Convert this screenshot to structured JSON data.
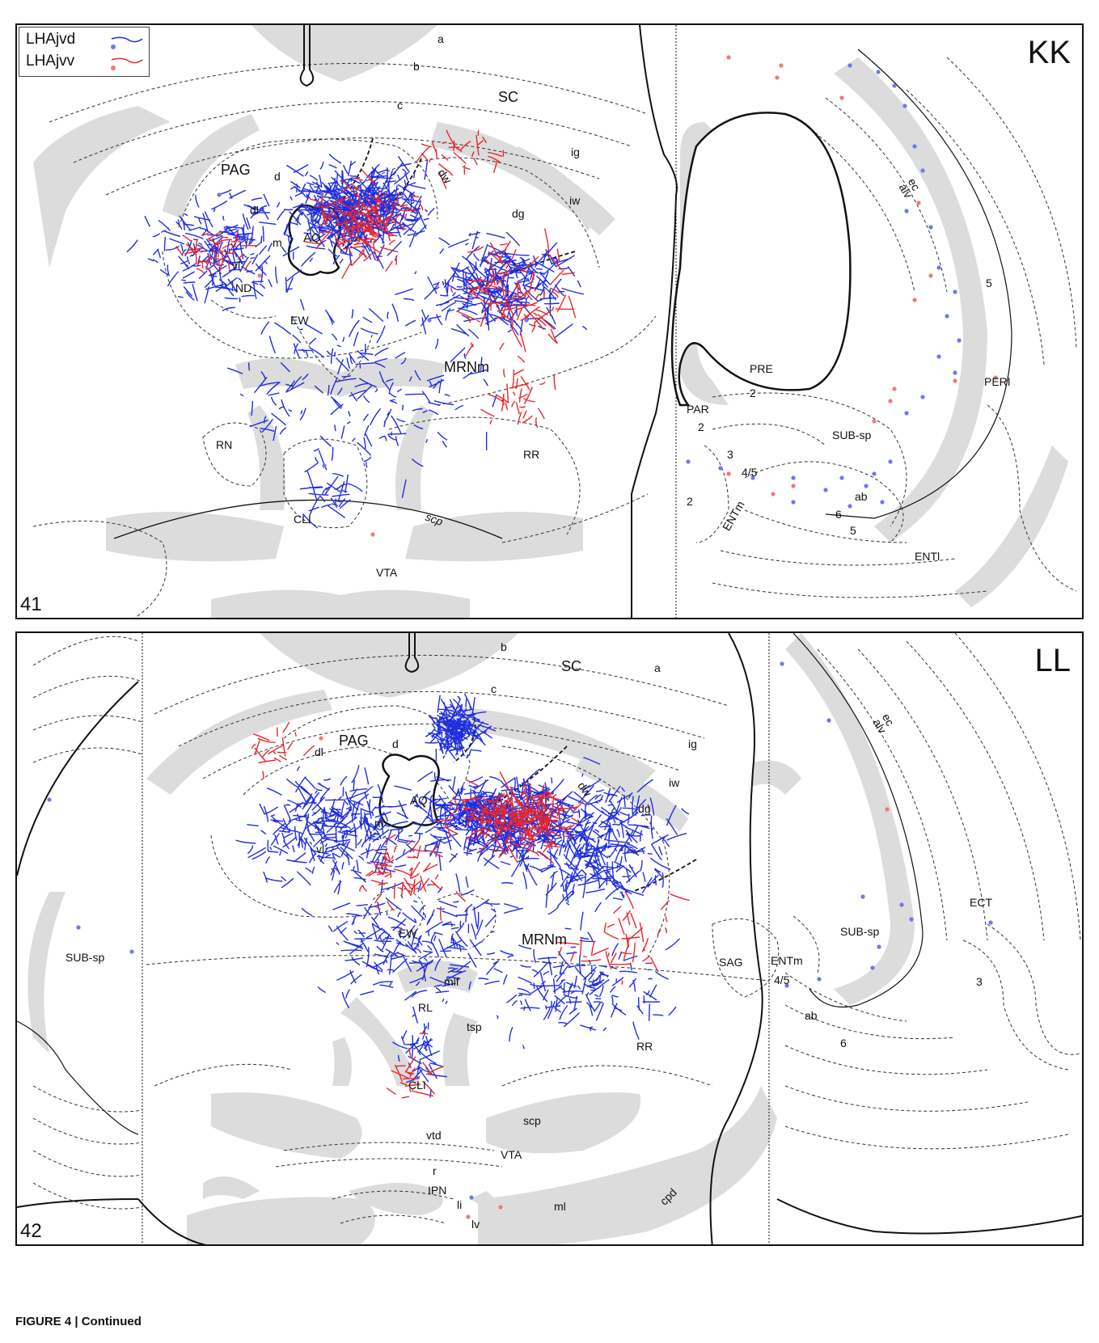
{
  "colors": {
    "lhajvd": "#1f2ee0",
    "lhajvv": "#e8262b",
    "gray_region": "#dcdcdc",
    "outline": "#111111"
  },
  "legend": {
    "lhajvd": "LHAjvd",
    "lhajvv": "LHAjvv"
  },
  "panels": [
    {
      "id": "top",
      "corner_label": "KK",
      "section_number": "41",
      "labels": {
        "a": "a",
        "b": "b",
        "c": "c",
        "SC": "SC",
        "ig": "ig",
        "iw": "iw",
        "dw": "dw",
        "dg": "dg",
        "PAG": "PAG",
        "d": "d",
        "dl": "dl",
        "AQ": "AQ",
        "m": "m",
        "vl": "vl",
        "ND": "ND",
        "EW": "EW",
        "MRNm": "MRNm",
        "RN": "RN",
        "RR": "RR",
        "CLI": "CLI",
        "scp": "scp",
        "VTA": "VTA",
        "ec": "ec",
        "alv": "alv",
        "PRE": "PRE",
        "PAR": "PAR",
        "SUB_sp": "SUB-sp",
        "ab": "ab",
        "ENTm": "ENTm",
        "ENTl": "ENTl",
        "PERI": "PERI",
        "n2a": "2",
        "n2b": "2",
        "n2c": "2",
        "n3": "3",
        "n45": "4/5",
        "n6": "6",
        "n5a": "5",
        "n5b": "5"
      }
    },
    {
      "id": "bottom",
      "corner_label": "LL",
      "section_number": "42",
      "labels": {
        "b": "b",
        "SC": "SC",
        "a": "a",
        "c": "c",
        "PAG": "PAG",
        "d": "d",
        "dl": "dl",
        "ig": "ig",
        "iw": "iw",
        "dw": "dw",
        "dg": "dg",
        "AQ": "AQ",
        "m": "m",
        "vl": "vl",
        "EW": "EW",
        "MRNm": "MRNm",
        "SAG": "SAG",
        "mlf": "mlf",
        "RL": "RL",
        "tsp": "tsp",
        "RR": "RR",
        "CLI": "CLI",
        "scp": "scp",
        "vtd": "vtd",
        "VTA": "VTA",
        "r": "r",
        "IPN": "IPN",
        "li": "li",
        "lv": "lv",
        "ml": "ml",
        "cpd": "cpd",
        "ec": "ec",
        "alv": "alv",
        "SUB_sp_left": "SUB-sp",
        "SUB_sp_right": "SUB-sp",
        "ENTm": "ENTm",
        "ECT": "ECT",
        "n45": "4/5",
        "ab": "ab",
        "n6": "6",
        "n3": "3"
      }
    }
  ],
  "caption": "FIGURE 4 | Continued"
}
